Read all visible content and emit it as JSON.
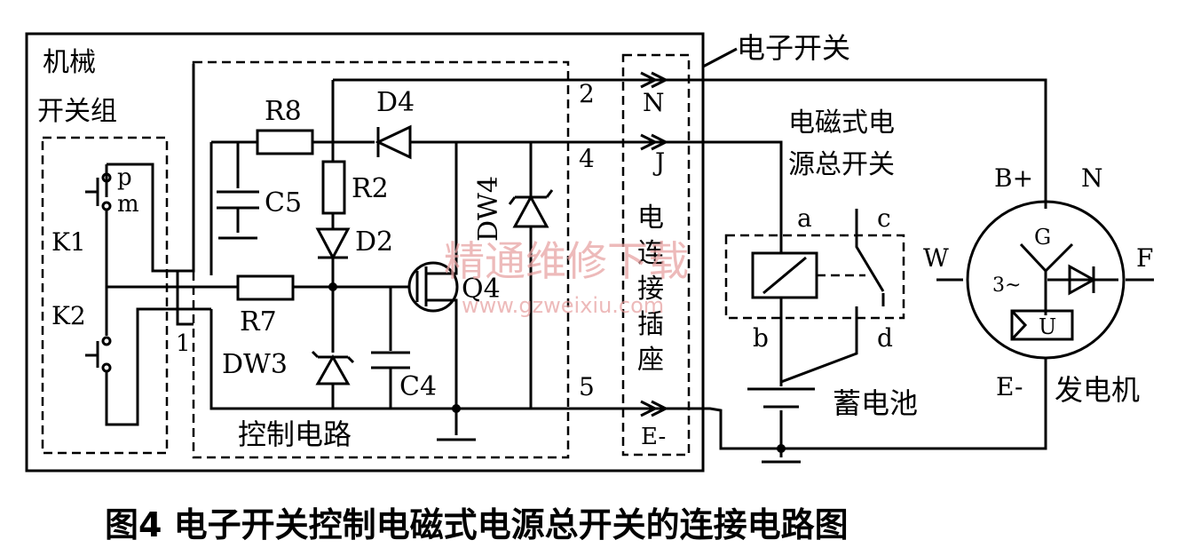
{
  "labels": {
    "mechanical_group": [
      "机械",
      "开关组"
    ],
    "electronic_switch": "电子开关",
    "em_switch": [
      "电磁式电",
      "源总开关"
    ],
    "control_circuit": "控制电路",
    "connector": [
      "电",
      "连",
      "接",
      "插",
      "座"
    ],
    "battery": "蓄电池",
    "generator": "发电机",
    "k1": "K1",
    "k2": "K2",
    "p": "p",
    "m": "m",
    "r8": "R8",
    "r2": "R2",
    "r7": "R7",
    "d4": "D4",
    "d2": "D2",
    "c5": "C5",
    "c4": "C4",
    "dw3": "DW3",
    "dw4": "DW4",
    "q4": "Q4",
    "pin1": "1",
    "pin2": "2",
    "pin4": "4",
    "pin5": "5",
    "conn_n": "N",
    "conn_j": "J",
    "conn_e": "E-",
    "sw_a": "a",
    "sw_b": "b",
    "sw_c": "c",
    "sw_d": "d",
    "gen_bplus": "B+",
    "gen_n": "N",
    "gen_w": "W",
    "gen_f": "F",
    "gen_e": "E-",
    "gen_g": "G",
    "gen_u": "U",
    "gen_3": "3~"
  },
  "caption": "图4   电子开关控制电磁式电源总开关的连接电路图",
  "watermark": "精通维修下载",
  "watermark_url": "www.gzweixiu.com"
}
